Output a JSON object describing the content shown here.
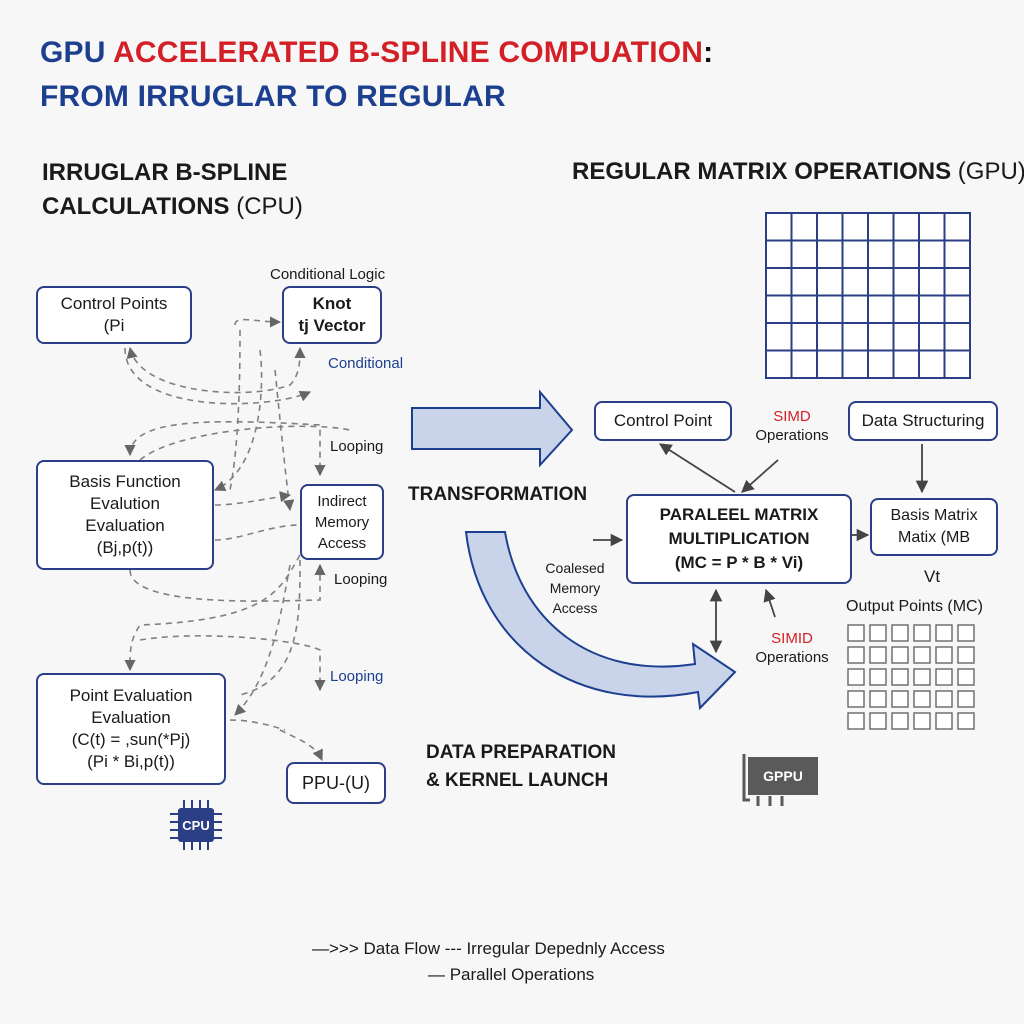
{
  "title": {
    "part1": "GPU ",
    "part2": "ACCELERATED B-SPLINE COMPUATION",
    "part3": ":",
    "line2": "FROM IRRUGLAR TO REGULAR"
  },
  "left_section": {
    "heading_line1": "IRRUGLAR B-SPLINE",
    "heading_line2": "CALCULATIONS",
    "heading_paren": "(CPU)"
  },
  "right_section": {
    "heading": "REGULAR MATRIX OPERATIONS",
    "heading_paren": "(GPU)"
  },
  "left_nodes": {
    "control_points": {
      "line1": "Control Points",
      "line2": "(Pi"
    },
    "knot_vector": {
      "line1": "Knot",
      "line2": "tj Vector"
    },
    "basis_function": {
      "line1": "Basis Function",
      "line2": "Evalution",
      "line3": "Evaluation",
      "line4": "(Bj,p(t))"
    },
    "indirect_memory": {
      "line1": "Indirect",
      "line2": "Memory",
      "line3": "Access"
    },
    "point_evaluation": {
      "line1": "Point Evaluation",
      "line2": "Evaluation",
      "line3": "(C(t) = ,sun(*Pj)",
      "line4": "(Pi * Bi,p(t))"
    },
    "ppu": {
      "label": "PPU-(U)"
    }
  },
  "left_labels": {
    "conditional_logic": "Conditional Logic",
    "conditional": "Conditional",
    "looping1": "Looping",
    "looping2": "Looping",
    "looping3": "Looping",
    "cpu_chip": "CPU"
  },
  "center": {
    "transformation": "TRANSFORMATION",
    "data_prep_line1": "DATA PREPARATION",
    "data_prep_line2": "& KERNEL LAUNCH"
  },
  "right_nodes": {
    "control_point": "Control Point",
    "data_structuring": "Data Structuring",
    "parallel_matrix": {
      "line1": "PARALEEL MATRIX",
      "line2": "MULTIPLICATION",
      "line3": "(MC = P * B * Vi)"
    },
    "basis_matrix": {
      "line1": "Basis Matrix",
      "line2": "Matix (MB"
    }
  },
  "right_labels": {
    "simd_top_red": "SIMD",
    "simd_top": "Operations",
    "simid_red": "SIMID",
    "simid": "Operations",
    "coalesced_line1": "Coalesed",
    "coalesced_line2": "Memory",
    "coalesced_line3": "Access",
    "vt": "Vt",
    "output_points": "Output Points (MC)",
    "gpu_card": "GPPU"
  },
  "legend": {
    "data_flow": "—>>>  Data Flow  --- Irregular Depednly Access",
    "parallel": "— Parallel Operations"
  },
  "colors": {
    "navy": "#1d3f8f",
    "red": "#d32027",
    "box_border": "#2a3f86",
    "arrow_fill": "#c9d3ea",
    "dashed": "#777777"
  }
}
